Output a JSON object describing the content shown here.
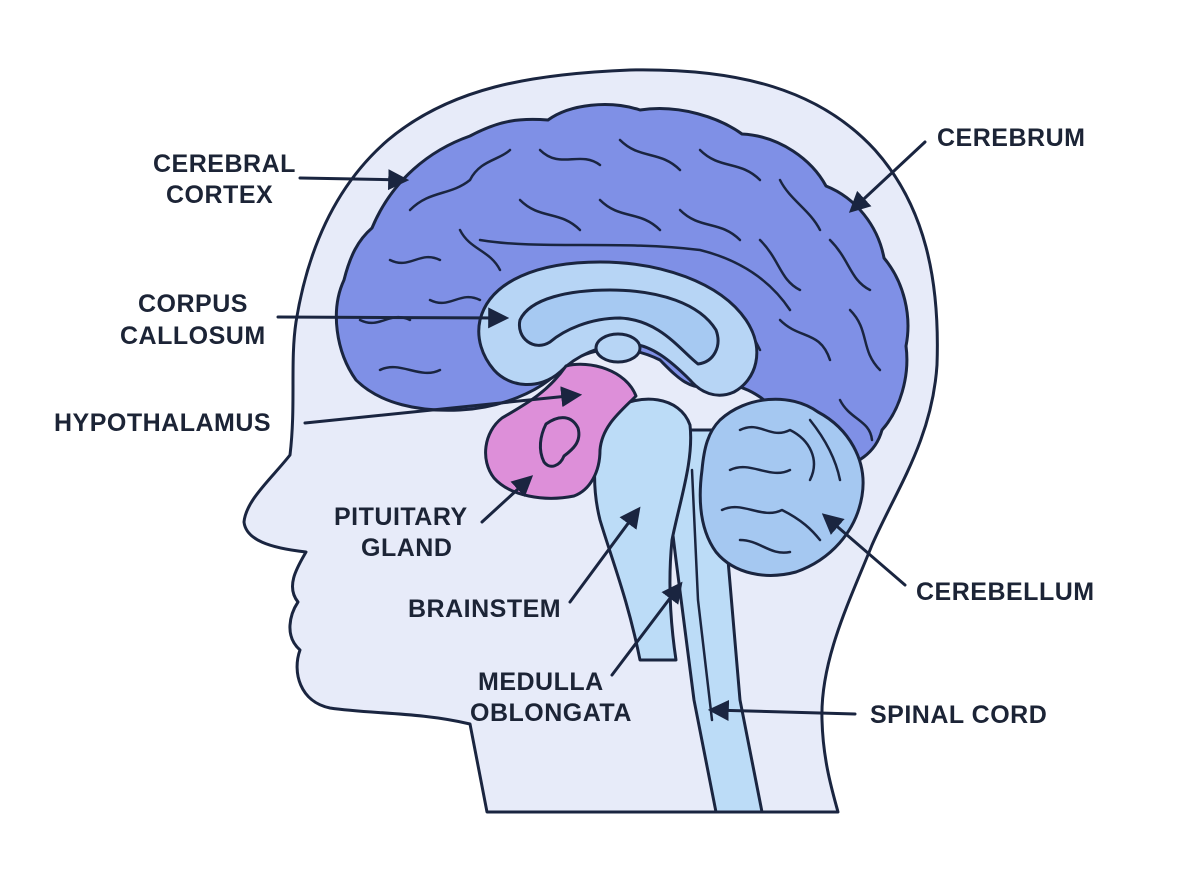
{
  "colors": {
    "head_fill": "#e7ebf9",
    "cerebrum_fill": "#7f90e6",
    "inner_fill": "#b7d5f5",
    "corpus_fill": "#a6c9f2",
    "hypothalamus_fill": "#dd8fd9",
    "cerebellum_fill": "#a5c8f1",
    "brainstem_fill": "#bcdcf7",
    "outline": "#1a2540",
    "text": "#1c2436"
  },
  "labels": {
    "cerebral_cortex": [
      "CEREBRAL",
      "CORTEX"
    ],
    "cerebrum": "CEREBRUM",
    "corpus_callosum": [
      "CORPUS",
      "CALLOSUM"
    ],
    "hypothalamus": "HYPOTHALAMUS",
    "pituitary_gland": [
      "PITUITARY",
      "GLAND"
    ],
    "brainstem": "BRAINSTEM",
    "medulla_oblongata": [
      "MEDULLA",
      "OBLONGATA"
    ],
    "cerebellum": "CEREBELLUM",
    "spinal_cord": "SPINAL CORD"
  }
}
